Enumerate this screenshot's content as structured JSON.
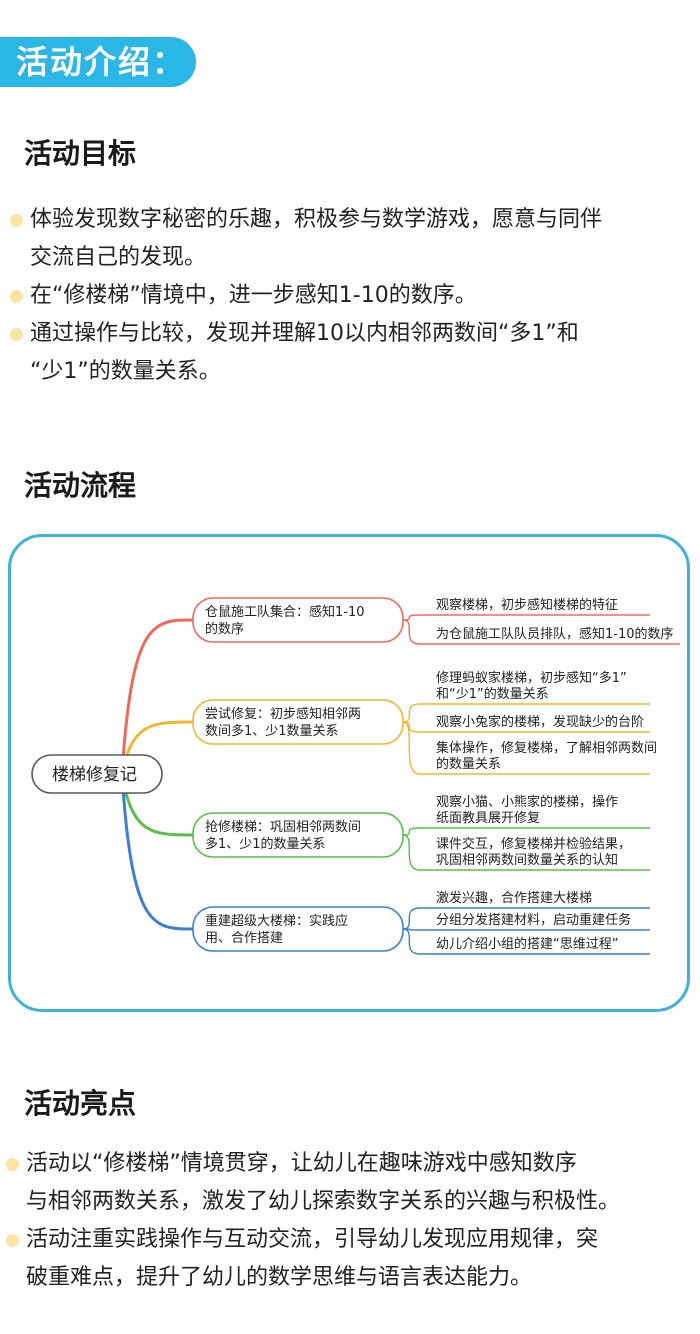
{
  "intro": {
    "label": "活动介绍："
  },
  "goals": {
    "title": "活动目标",
    "items": [
      {
        "lines": [
          "体验发现数字秘密的乐趣，积极参与数学游戏，愿意与同伴",
          "交流自己的发现。"
        ]
      },
      {
        "lines": [
          "在“修楼梯”情境中，进一步感知1-10的数序。"
        ]
      },
      {
        "lines": [
          "通过操作与比较，发现并理解10以内相邻两数间“多1”和",
          "“少1”的数量关系。"
        ]
      }
    ]
  },
  "flow": {
    "title": "活动流程",
    "root": "楼梯修复记",
    "branches": [
      {
        "color": "#ef6a5a",
        "lines": [
          "仓鼠施工队集合：感知1-10",
          "的数序"
        ],
        "leaves": [
          [
            "观察楼梯，初步感知楼梯的特征"
          ],
          [
            "为仓鼠施工队队员排队，感知1-10的数序"
          ]
        ]
      },
      {
        "color": "#f2b52e",
        "lines": [
          "尝试修复：初步感知相邻两",
          "数间多1、少1数量关系"
        ],
        "leaves": [
          [
            "修理蚂蚁家楼梯，初步感知“多1”",
            "和“少1”的数量关系"
          ],
          [
            "观察小兔家的楼梯，发现缺少的台阶"
          ],
          [
            "集体操作，修复楼梯，了解相邻两数间",
            "的数量关系"
          ]
        ]
      },
      {
        "color": "#5cbe4a",
        "lines": [
          "抢修楼梯：巩固相邻两数间",
          "多1、少1的数量关系"
        ],
        "leaves": [
          [
            "观察小猫、小熊家的楼梯，操作",
            "纸面教具展开修复"
          ],
          [
            "课件交互，修复楼梯并检验结果，",
            "巩固相邻两数间数量关系的认知"
          ]
        ]
      },
      {
        "color": "#3b7fd4",
        "lines": [
          "重建超级大楼梯：实践应",
          "用、合作搭建"
        ],
        "leaves": [
          [
            "激发兴趣，合作搭建大楼梯"
          ],
          [
            "分组分发搭建材料，启动重建任务"
          ],
          [
            "幼儿介绍小组的搭建“思维过程”"
          ]
        ]
      }
    ]
  },
  "highlights": {
    "title": "活动亮点",
    "items": [
      {
        "lines": [
          "活动以“修楼梯”情境贯穿，让幼儿在趣味游戏中感知数序",
          "与相邻两数关系，激发了幼儿探索数字关系的兴趣与积极性。"
        ]
      },
      {
        "lines": [
          "活动注重实践操作与互动交流，引导幼儿发现应用规律，突",
          "破重难点，提升了幼儿的数学思维与语言表达能力。"
        ]
      }
    ]
  }
}
